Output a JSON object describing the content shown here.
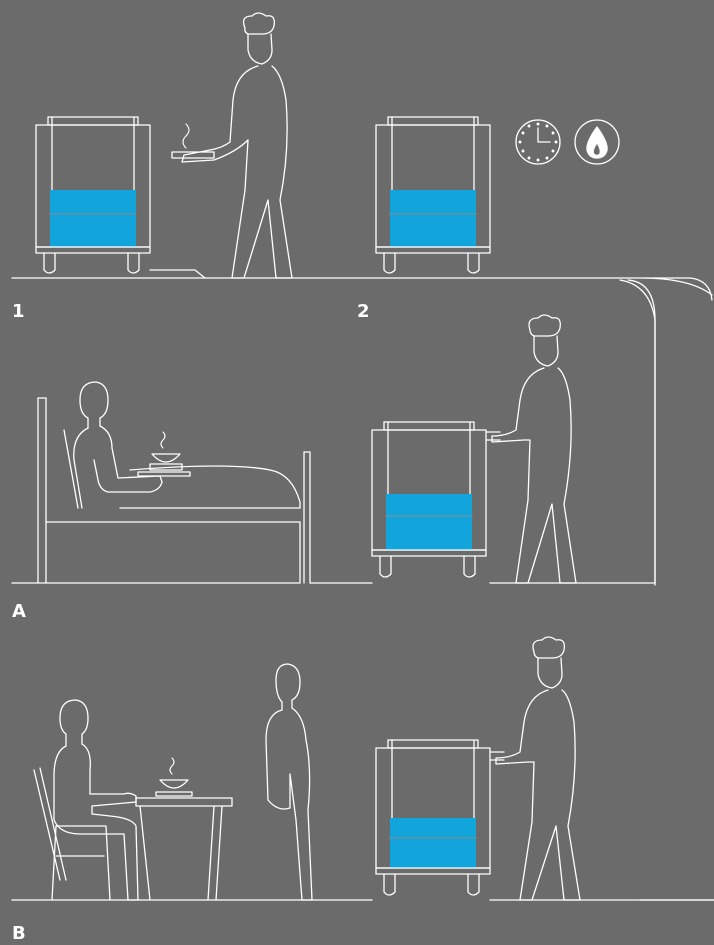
{
  "labels": {
    "step_1": "1",
    "step_2": "2",
    "scenario_a": "A",
    "scenario_b": "B"
  },
  "icons": {
    "timer": "clock-icon",
    "heating": "flame-icon"
  },
  "colors": {
    "background": "#6b6b6b",
    "line": "#ffffff",
    "food_fill": "#12a5dc"
  }
}
